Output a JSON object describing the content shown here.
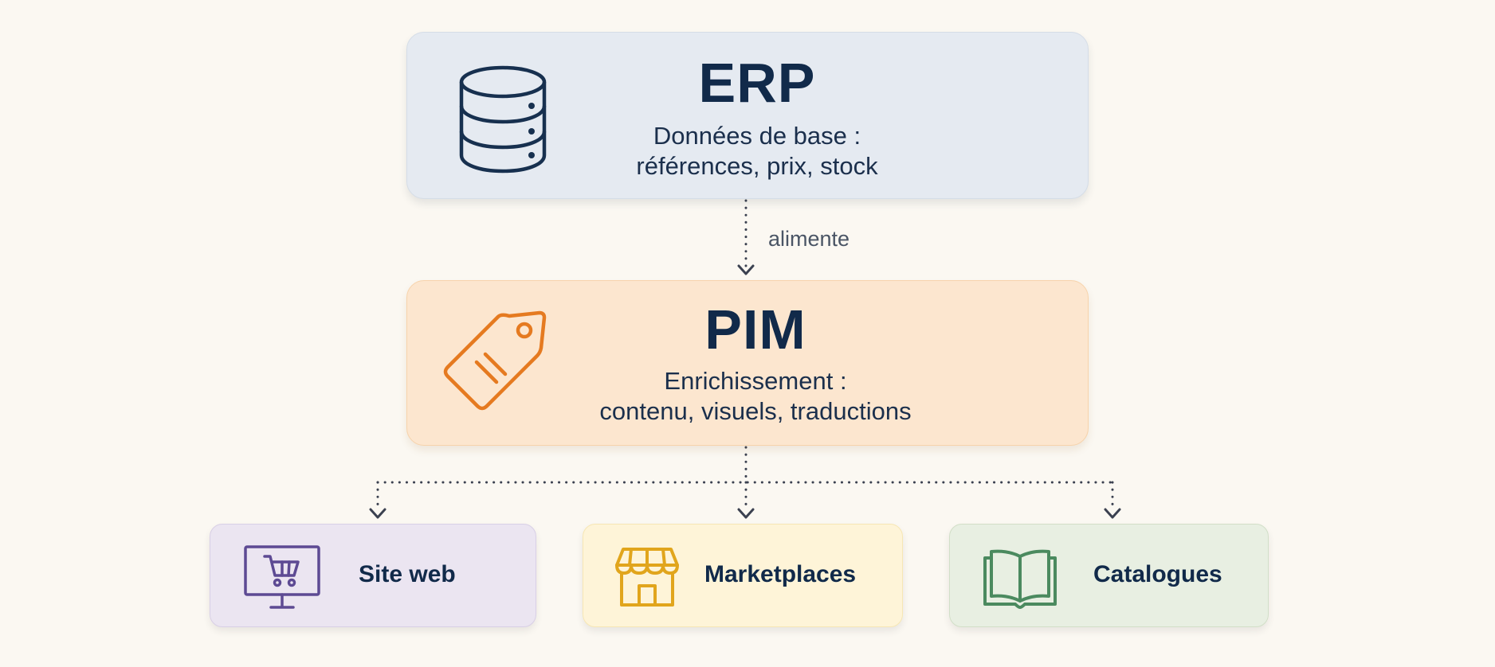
{
  "colors": {
    "background": "#fbf8f2",
    "text_primary": "#112a4a",
    "connector": "#3b4150",
    "erp_fill": "#e5eaf1",
    "erp_icon": "#17304f",
    "pim_fill": "#fce6cf",
    "pim_icon": "#e57a20",
    "web_fill": "#ebe5f1",
    "web_icon": "#5d4a93",
    "market_fill": "#fef4d8",
    "market_icon": "#e1a51c",
    "catalog_fill": "#e8efe2",
    "catalog_icon": "#4b8a5f"
  },
  "nodes": {
    "erp": {
      "title": "ERP",
      "line1": "Données de base :",
      "line2": "références, prix, stock",
      "icon": "database-icon"
    },
    "pim": {
      "title": "PIM",
      "line1": "Enrichissement :",
      "line2": "contenu, visuels, traductions",
      "icon": "price-tag-icon"
    }
  },
  "edges": {
    "erp_to_pim": {
      "label": "alimente",
      "style": "dotted"
    },
    "pim_to_outputs": {
      "style": "dotted"
    }
  },
  "outputs": [
    {
      "label": "Site web",
      "icon": "shopping-cart-monitor-icon"
    },
    {
      "label": "Marketplaces",
      "icon": "storefront-icon"
    },
    {
      "label": "Catalogues",
      "icon": "open-book-icon"
    }
  ]
}
